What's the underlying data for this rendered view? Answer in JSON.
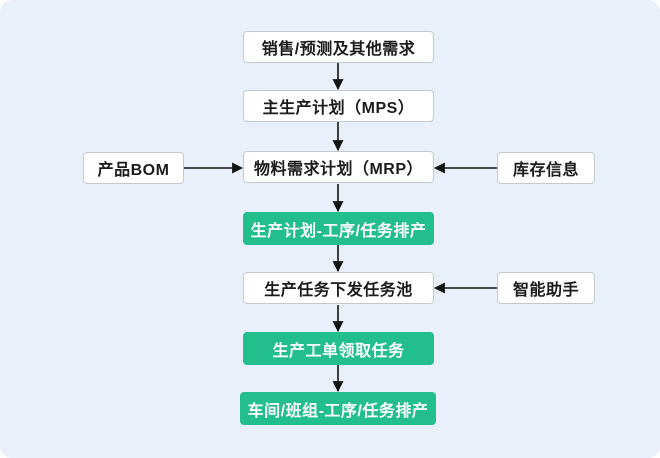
{
  "colors": {
    "canvas_bg": "#E9F0F9",
    "accent_green": "#22BE8C",
    "node_bg": "#FFFFFF",
    "node_border": "#C3C8CF",
    "arrow": "#141414"
  },
  "flowchart": {
    "main_nodes": [
      {
        "id": "sales-demand",
        "label": "销售/预测及其他需求",
        "style": "plain"
      },
      {
        "id": "mps",
        "label": "主生产计划（MPS）",
        "style": "plain"
      },
      {
        "id": "mrp",
        "label": "物料需求计划（MRP）",
        "style": "plain"
      },
      {
        "id": "plan-scheduling",
        "label": "生产计划-工序/任务排产",
        "style": "highlight"
      },
      {
        "id": "task-pool",
        "label": "生产任务下发任务池",
        "style": "plain"
      },
      {
        "id": "work-order",
        "label": "生产工单领取任务",
        "style": "highlight"
      },
      {
        "id": "workshop-scheduling",
        "label": "车间/班组-工序/任务排产",
        "style": "highlight"
      }
    ],
    "side_nodes": [
      {
        "id": "product-bom",
        "label": "产品BOM",
        "attaches_to": "mrp"
      },
      {
        "id": "inventory",
        "label": "库存信息",
        "attaches_to": "mrp"
      },
      {
        "id": "assistant",
        "label": "智能助手",
        "attaches_to": "task-pool"
      }
    ],
    "edges": [
      {
        "from": "sales-demand",
        "to": "mps"
      },
      {
        "from": "mps",
        "to": "mrp"
      },
      {
        "from": "product-bom",
        "to": "mrp"
      },
      {
        "from": "inventory",
        "to": "mrp"
      },
      {
        "from": "mrp",
        "to": "plan-scheduling"
      },
      {
        "from": "plan-scheduling",
        "to": "task-pool"
      },
      {
        "from": "assistant",
        "to": "task-pool"
      },
      {
        "from": "task-pool",
        "to": "work-order"
      },
      {
        "from": "work-order",
        "to": "workshop-scheduling"
      }
    ]
  }
}
